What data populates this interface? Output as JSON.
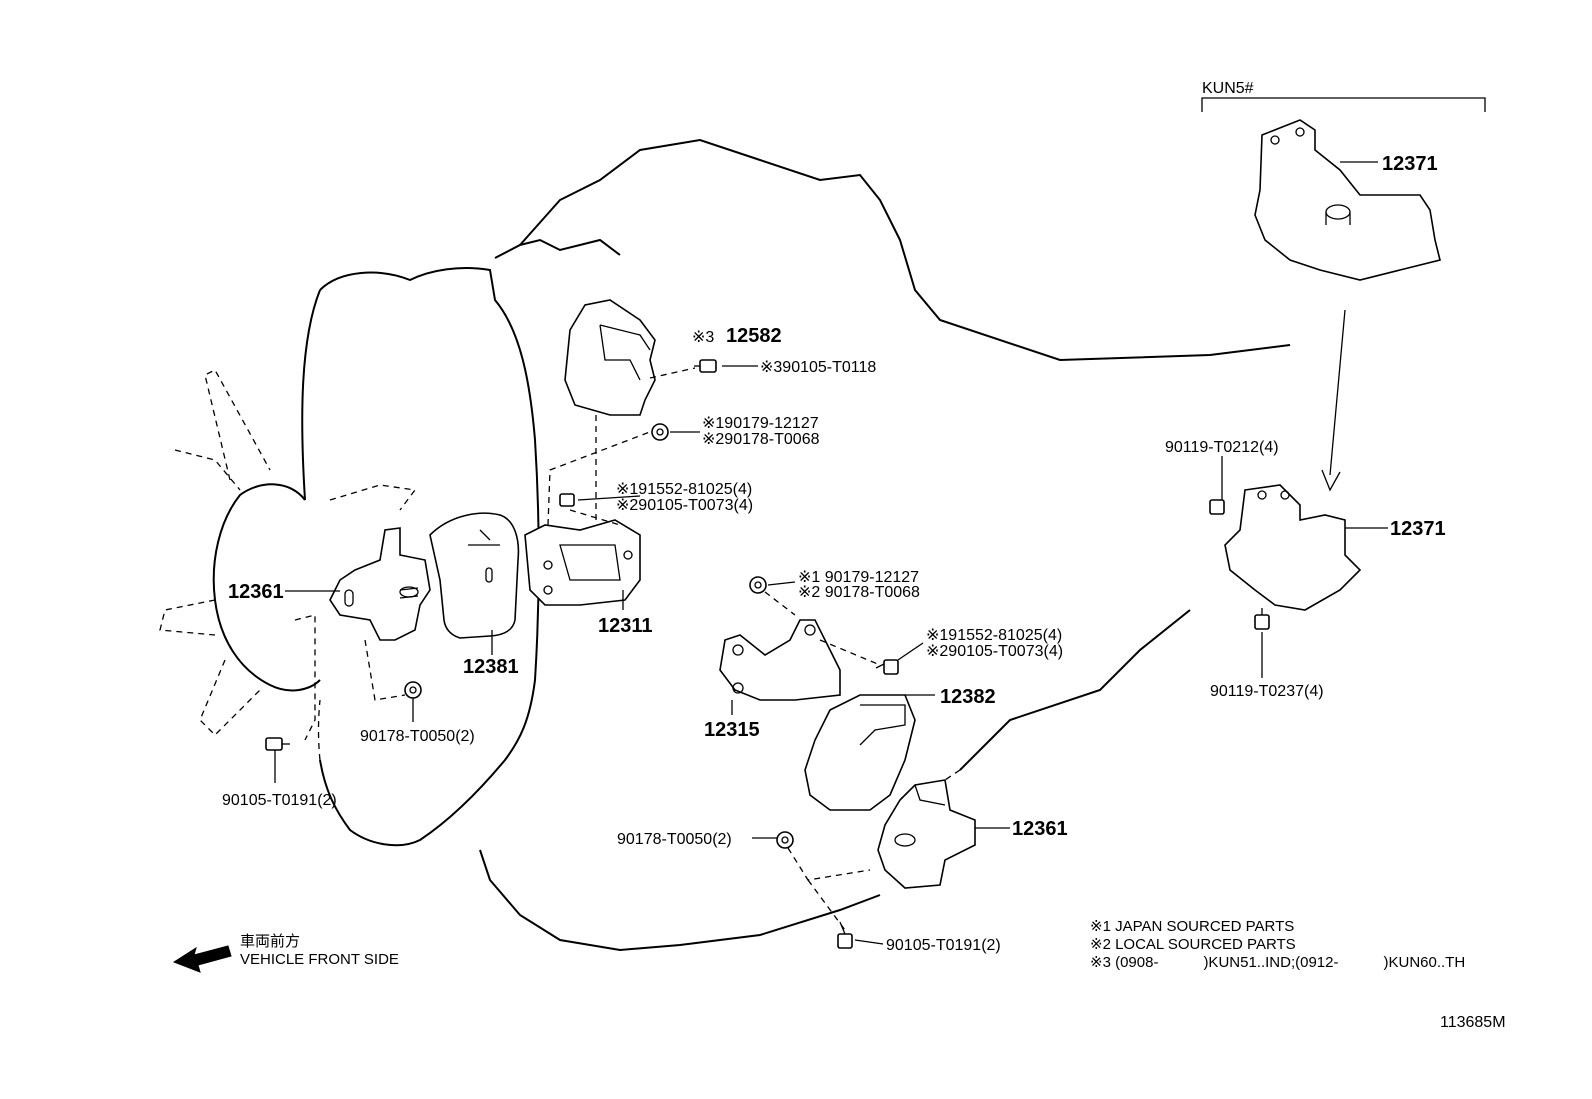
{
  "variant_label": "KUN5#",
  "drawing_number": "113685M",
  "direction": {
    "jp": "車両前方",
    "en": "VEHICLE FRONT SIDE"
  },
  "notes": [
    "※1 JAPAN SOURCED PARTS",
    "※2 LOCAL SOURCED PARTS",
    "※3 (0908-　　　)KUN51..IND;(0912-　　　)KUN60..TH"
  ],
  "parts": {
    "p12371_top": "12371",
    "p12371": "12371",
    "p12582": "12582",
    "p12582_mark": "※3",
    "p90105_T0118": "※390105-T0118",
    "p90179_12127_a": "※190179-12127",
    "p90178_T0068_a": "※290178-T0068",
    "p91552_81025_a": "※191552-81025(4)",
    "p90105_T0073_a": "※290105-T0073(4)",
    "p12311": "12311",
    "p12381": "12381",
    "p12361_left": "12361",
    "p90178_T0050_left": "90178-T0050(2)",
    "p90105_T0191_left": "90105-T0191(2)",
    "p90179_12127_b": "※1 90179-12127",
    "p90178_T0068_b": "※2 90178-T0068",
    "p91552_81025_b": "※191552-81025(4)",
    "p90105_T0073_b": "※290105-T0073(4)",
    "p12315": "12315",
    "p12382": "12382",
    "p12361_right": "12361",
    "p90178_T0050_right": "90178-T0050(2)",
    "p90105_T0191_right": "90105-T0191(2)",
    "p90119_T0212": "90119-T0212(4)",
    "p90119_T0237": "90119-T0237(4)"
  }
}
